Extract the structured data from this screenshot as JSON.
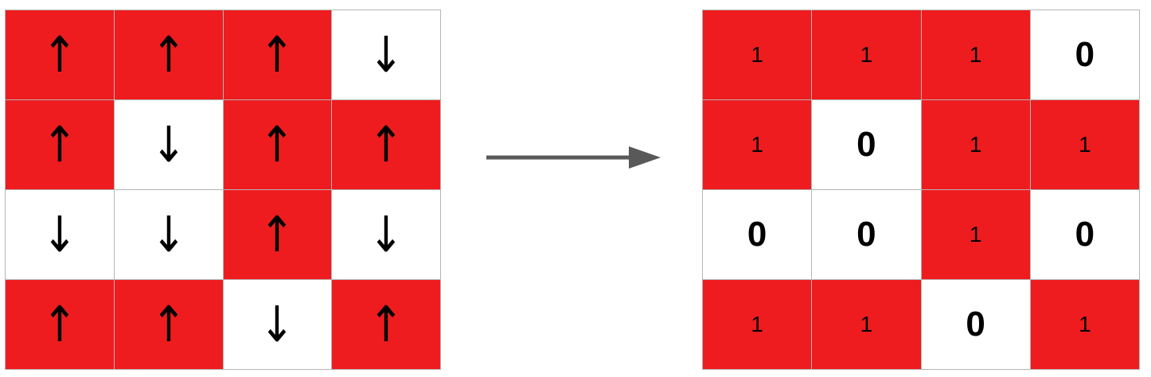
{
  "colors": {
    "spin_up": "#ee1c1e",
    "spin_down": "#ffffff",
    "grid_line": "#b5b5b5",
    "arrow": "#595959"
  },
  "spins": [
    [
      "↑",
      "↑",
      "↑",
      "↓"
    ],
    [
      "↑",
      "↓",
      "↑",
      "↑"
    ],
    [
      "↓",
      "↓",
      "↑",
      "↓"
    ],
    [
      "↑",
      "↑",
      "↓",
      "↑"
    ]
  ],
  "bits": [
    [
      "1",
      "1",
      "1",
      "0"
    ],
    [
      "1",
      "0",
      "1",
      "1"
    ],
    [
      "0",
      "0",
      "1",
      "0"
    ],
    [
      "1",
      "1",
      "0",
      "1"
    ]
  ],
  "connector_icon": "right-arrow-icon"
}
